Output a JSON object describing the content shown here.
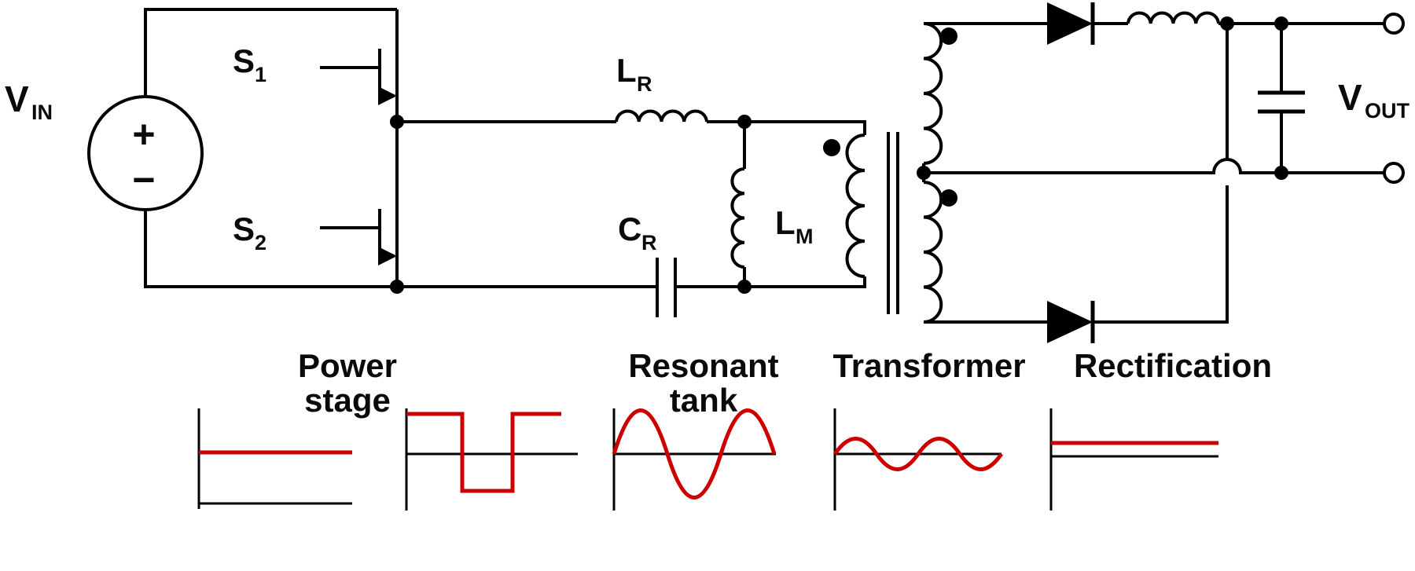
{
  "colors": {
    "wire": "#000000",
    "signal": "#cc0000",
    "text": "#0a0a0a",
    "background": "#ffffff"
  },
  "labels": {
    "vin": {
      "main": "V",
      "sub": "IN"
    },
    "vout": {
      "main": "V",
      "sub": "OUT"
    },
    "s1": {
      "main": "S",
      "sub": "1"
    },
    "s2": {
      "main": "S",
      "sub": "2"
    },
    "lr": {
      "main": "L",
      "sub": "R"
    },
    "cr": {
      "main": "C",
      "sub": "R"
    },
    "lm": {
      "main": "L",
      "sub": "M"
    },
    "source_plus": "+",
    "source_minus": "−"
  },
  "sections": {
    "power_stage": {
      "line1": "Power",
      "line2": "stage"
    },
    "resonant_tank": {
      "line1": "Resonant",
      "line2": "tank"
    },
    "transformer": {
      "line1": "Transformer"
    },
    "rectification": {
      "line1": "Rectification"
    }
  },
  "waveforms": [
    {
      "name": "input-dc",
      "shape": "flat-dc-line"
    },
    {
      "name": "switched-square-wave",
      "shape": "square-wave"
    },
    {
      "name": "resonant-sine",
      "shape": "large-sine-wave"
    },
    {
      "name": "transformer-scaled-sine",
      "shape": "small-sine-wave"
    },
    {
      "name": "rectified-output-dc",
      "shape": "flat-dc-line"
    }
  ]
}
